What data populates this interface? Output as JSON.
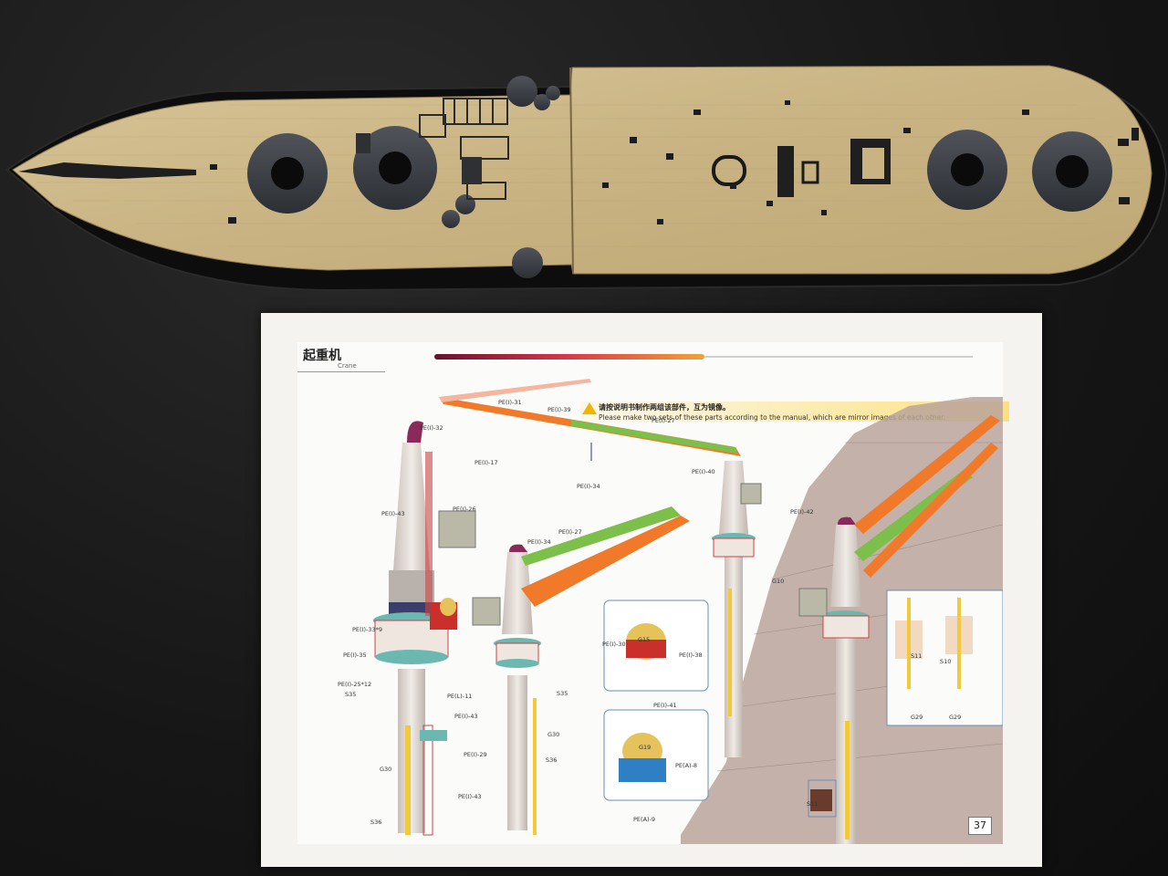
{
  "manual": {
    "section_title_cn": "起重机",
    "section_title_en": "Crane",
    "warning_cn": "请按说明书制作两组该部件，互为镜像。",
    "warning_en": "Please make two sets of these parts according to the manual, which are mirror images of each other.",
    "page_number": "37",
    "labels": [
      "PE(I)-32",
      "PE(I)-43",
      "PE(I)-26",
      "PE(I)-33*9",
      "PE(I)-35",
      "PE(I)-25*12",
      "S35",
      "PE(L)-11",
      "PE(I)-43",
      "PE(I)-29",
      "G30",
      "PE(I)-43",
      "S36",
      "PE(I)-31",
      "PE(I)-39",
      "PE(I)-27",
      "PE(I)-17",
      "PE(I)-34",
      "PE(I)-40",
      "PE(I)-42",
      "G10",
      "PE(I)-34",
      "PE(I)-27",
      "PE(I)-30",
      "S35",
      "G30",
      "S36",
      "G15",
      "PE(I)-38",
      "PE(I)-41",
      "G19",
      "PE(A)-8",
      "PE(A)-9",
      "S11",
      "S10",
      "G29",
      "G29",
      "S11"
    ]
  },
  "colors": {
    "deck_wood": "#cdb888",
    "turret_gray": "#3a3d42",
    "crane_orange": "#f07a2a",
    "crane_green": "#7cbf4a",
    "header_gradient_start": "#e25a6a",
    "header_gradient_end": "#f2a23a"
  }
}
